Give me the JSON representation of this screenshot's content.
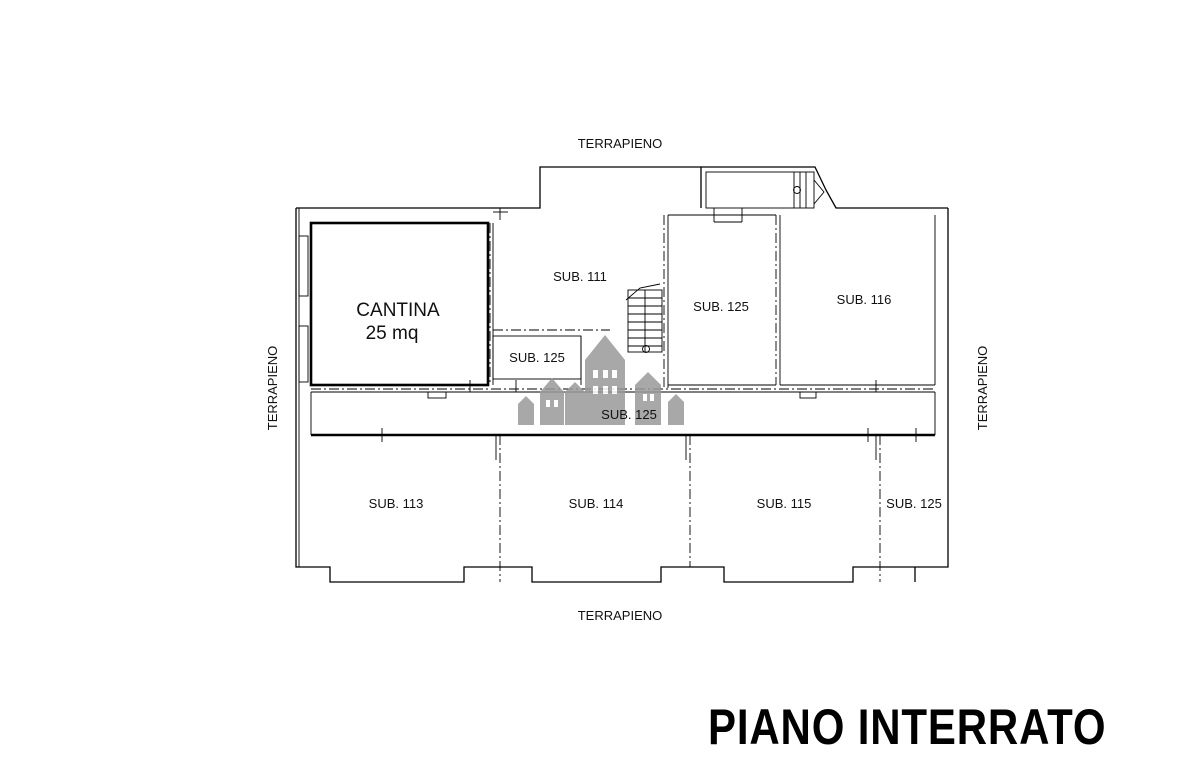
{
  "surroundings": {
    "top": "TERRAPIENO",
    "bottom": "TERRAPIENO",
    "left": "TERRAPIENO",
    "right": "TERRAPIENO"
  },
  "rooms": {
    "cantina_name": "CANTINA",
    "cantina_area": "25 mq",
    "sub111": "SUB. 111",
    "sub125_center": "SUB. 125",
    "sub116": "SUB. 116",
    "sub125_small": "SUB. 125",
    "sub125_corridor": "SUB. 125",
    "sub113": "SUB. 113",
    "sub114": "SUB. 114",
    "sub115": "SUB. 115",
    "sub125_right": "SUB. 125"
  },
  "title": "PIANO INTERRATO",
  "colors": {
    "line": "#000000",
    "watermark": "#9a9a9a"
  }
}
